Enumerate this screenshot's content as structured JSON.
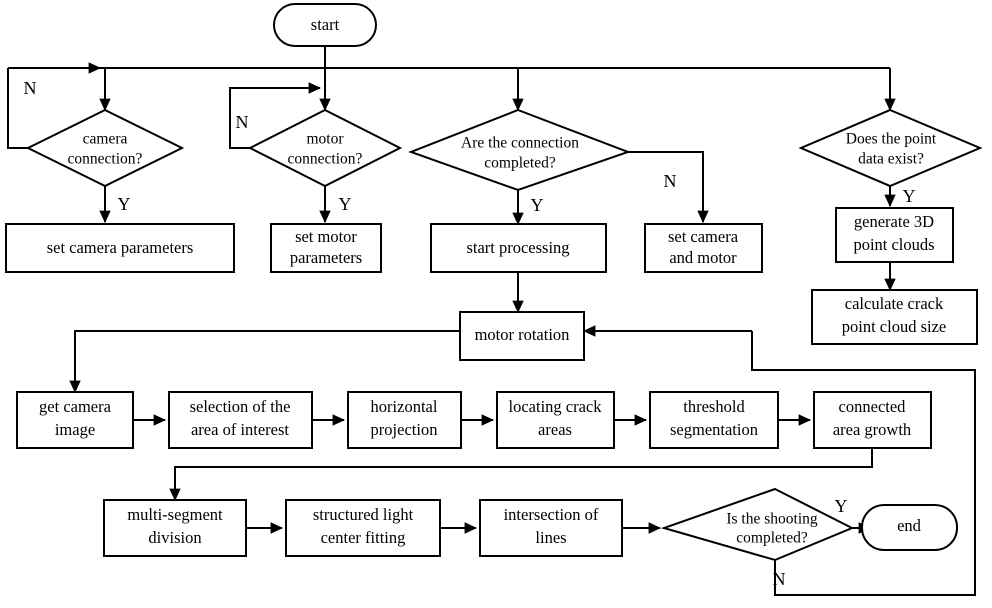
{
  "diagram": {
    "title": "crack detection system flowchart",
    "background": "#ffffff",
    "line_color": "#000000",
    "nodes": {
      "start": "start",
      "camera_connection": "camera\nconnection?",
      "camera_connection_l1": "camera",
      "camera_connection_l2": "connection?",
      "motor_connection_l1": "motor",
      "motor_connection_l2": "connection?",
      "are_connection_l1": "Are the connection",
      "are_connection_l2": "completed?",
      "does_point_l1": "Does the point",
      "does_point_l2": "data exist?",
      "set_camera_parameters": "set  camera parameters",
      "set_motor_parameters_l1": "set motor",
      "set_motor_parameters_l2": "parameters",
      "start_processing": "start processing",
      "set_camera_and_motor_l1": "set camera",
      "set_camera_and_motor_l2": "and motor",
      "generate_3d_l1": "generate 3D",
      "generate_3d_l2": "point clouds",
      "calculate_crack_l1": "calculate crack",
      "calculate_crack_l2": "point cloud size",
      "motor_rotation": "motor rotation",
      "get_camera_image_l1": "get camera",
      "get_camera_image_l2": "image",
      "selection_area_l1": "selection of the",
      "selection_area_l2": "area of interest",
      "horizontal_projection_l1": "horizontal",
      "horizontal_projection_l2": "projection",
      "locating_crack_l1": "locating crack",
      "locating_crack_l2": "areas",
      "threshold_seg_l1": "threshold",
      "threshold_seg_l2": "segmentation",
      "connected_area_l1": "connected",
      "connected_area_l2": "area growth",
      "multi_segment_l1": "multi-segment",
      "multi_segment_l2": "division",
      "structured_light_l1": "structured light",
      "structured_light_l2": "center fitting",
      "intersection_lines_l1": "intersection of",
      "intersection_lines_l2": "lines",
      "is_shooting_l1": "Is the shooting",
      "is_shooting_l2": "completed?",
      "end": "end"
    },
    "edge_labels": {
      "camera_no": "N",
      "camera_yes": "Y",
      "motor_no": "N",
      "motor_yes": "Y",
      "are_connection_no": "N",
      "are_connection_yes": "Y",
      "point_yes": "Y",
      "shooting_yes": "Y",
      "shooting_no": "N"
    }
  }
}
